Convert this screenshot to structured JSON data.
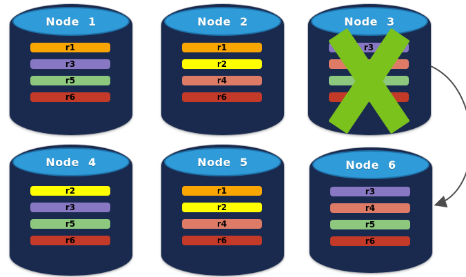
{
  "nodes": [
    {
      "title": "Node 1",
      "replicas": [
        "r1",
        "r3",
        "r5",
        "r6"
      ],
      "failed": false
    },
    {
      "title": "Node 2",
      "replicas": [
        "r1",
        "r2",
        "r4",
        "r6"
      ],
      "failed": false
    },
    {
      "title": "Node 3",
      "replicas": [
        "r3",
        "r4",
        "r5",
        "r6"
      ],
      "failed": true
    },
    {
      "title": "Node 4",
      "replicas": [
        "r2",
        "r3",
        "r5",
        "r6"
      ],
      "failed": false
    },
    {
      "title": "Node 5",
      "replicas": [
        "r1",
        "r2",
        "r4",
        "r6"
      ],
      "failed": false
    },
    {
      "title": "Node 6",
      "replicas": [
        "r3",
        "r4",
        "r5",
        "r6"
      ],
      "failed": false
    }
  ],
  "failure_cross": {
    "node": "Node 3",
    "color": "#7CC21D"
  },
  "arrow": {
    "from": "Node 3",
    "to": "Node 6",
    "color": "#4d4d4d"
  },
  "colors": {
    "background": "#FFFFFF",
    "cylinder_body": "#1A2A4F",
    "cylinder_top": "#2F9BD8",
    "cylinder_top_border": "#1E71A8",
    "node_title_text": "#FFFFFF",
    "replica_label_text": "#000000",
    "replica_colors": {
      "r1": "#F9A602",
      "r2": "#FFFF00",
      "r3": "#8878C3",
      "r4": "#DD7B67",
      "r5": "#8DC87E",
      "r6": "#C43A28"
    }
  }
}
